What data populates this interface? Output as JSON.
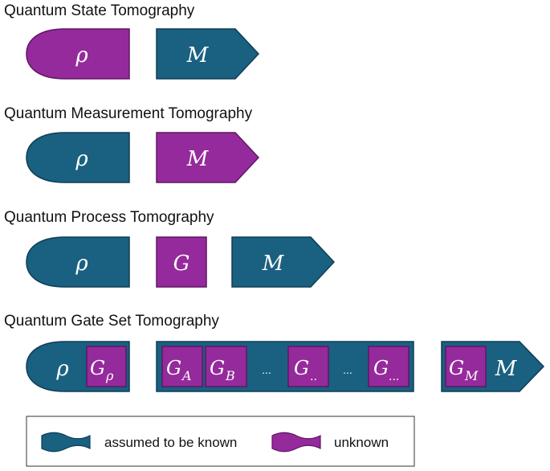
{
  "colors": {
    "known": "#1a6080",
    "unknown": "#952a9c",
    "known_stroke": "#0e3e56",
    "unknown_stroke": "#5e1763"
  },
  "sections": [
    {
      "title": "Quantum State Tomography",
      "state": {
        "symbol": "ρ",
        "status": "unknown"
      },
      "measurement": {
        "symbol": "M",
        "status": "known"
      }
    },
    {
      "title": "Quantum Measurement Tomography",
      "state": {
        "symbol": "ρ",
        "status": "known"
      },
      "measurement": {
        "symbol": "M",
        "status": "unknown"
      }
    },
    {
      "title": "Quantum Process Tomography",
      "state": {
        "symbol": "ρ",
        "status": "known"
      },
      "gate": {
        "symbol": "G",
        "status": "unknown"
      },
      "measurement": {
        "symbol": "M",
        "status": "known"
      }
    },
    {
      "title": "Quantum Gate Set Tomography",
      "state": {
        "symbol": "ρ",
        "status": "known"
      },
      "state_gate": {
        "symbol": "G",
        "subscript": "ρ",
        "status": "unknown"
      },
      "gates": [
        {
          "symbol": "G",
          "subscript": "A",
          "status": "unknown"
        },
        {
          "symbol": "G",
          "subscript": "B",
          "status": "unknown"
        },
        {
          "symbol": "G",
          "subscript": "..",
          "status": "unknown"
        },
        {
          "symbol": "G",
          "subscript": "...",
          "status": "unknown"
        }
      ],
      "ellipsis": "...",
      "measurement_gate": {
        "symbol": "G",
        "subscript": "M",
        "status": "unknown"
      },
      "measurement": {
        "symbol": "M",
        "status": "known"
      }
    }
  ],
  "legend": {
    "known_label": "assumed to be known",
    "unknown_label": "unknown"
  }
}
